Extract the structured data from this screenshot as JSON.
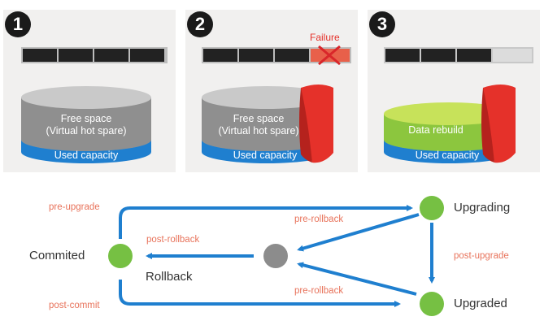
{
  "panels": [
    {
      "step": "1",
      "free_label_1": "Free space",
      "free_label_2": "(Virtual hot spare)",
      "used_label": "Used capacity"
    },
    {
      "step": "2",
      "failure_label": "Failure",
      "free_label_1": "Free space",
      "free_label_2": "(Virtual hot spare)",
      "used_label": "Used capacity"
    },
    {
      "step": "3",
      "rebuild_label": "Data rebuild",
      "used_label": "Used capacity"
    }
  ],
  "flow": {
    "nodes": {
      "commited": "Commited",
      "rollback": "Rollback",
      "upgrading": "Upgrading",
      "upgraded": "Upgraded"
    },
    "edges": {
      "pre_upgrade": "pre-upgrade",
      "post_commit": "post-commit",
      "post_rollback": "post-rollback",
      "pre_rollback_top": "pre-rollback",
      "pre_rollback_bottom": "pre-rollback",
      "post_upgrade": "post-upgrade"
    }
  },
  "colors": {
    "blue": "#1f7fcf",
    "green": "#76c043",
    "grey": "#8c8c8c",
    "red": "#e5312a",
    "lime": "#b2d94a",
    "edge_label": "#e8735b"
  }
}
